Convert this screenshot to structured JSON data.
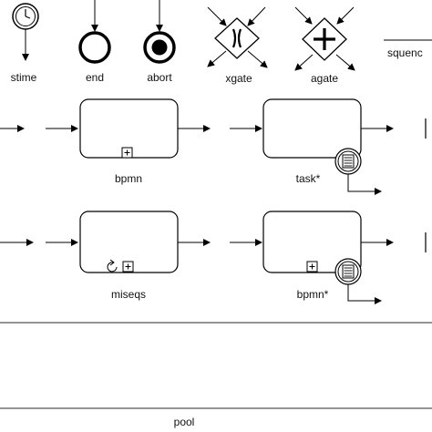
{
  "colors": {
    "stroke": "#000000",
    "fill": "#ffffff",
    "text": "#111111",
    "frame": "#555555"
  },
  "legend": [
    {
      "id": "stime",
      "label": "stime",
      "icon": "clock-icon"
    },
    {
      "id": "end",
      "label": "end",
      "icon": "end-event-icon"
    },
    {
      "id": "abort",
      "label": "abort",
      "icon": "abort-event-icon"
    },
    {
      "id": "xgate",
      "label": "xgate",
      "icon": "exclusive-gateway-icon"
    },
    {
      "id": "agate",
      "label": "agate",
      "icon": "parallel-gateway-icon"
    },
    {
      "id": "sequence",
      "label": "squenc",
      "icon": "sequence-arrow-icon"
    }
  ],
  "tasks": [
    {
      "id": "bpmn",
      "label": "bpmn",
      "markers": [
        "collapsed-subprocess-icon"
      ]
    },
    {
      "id": "task_star",
      "label": "task*",
      "markers": [
        "data-store-icon"
      ]
    },
    {
      "id": "miseqs",
      "label": "miseqs",
      "markers": [
        "loop-icon",
        "collapsed-subprocess-icon"
      ]
    },
    {
      "id": "bpmn_star",
      "label": "bpmn*",
      "markers": [
        "collapsed-subprocess-icon",
        "data-store-icon"
      ]
    }
  ],
  "pool": {
    "label": "pool"
  }
}
